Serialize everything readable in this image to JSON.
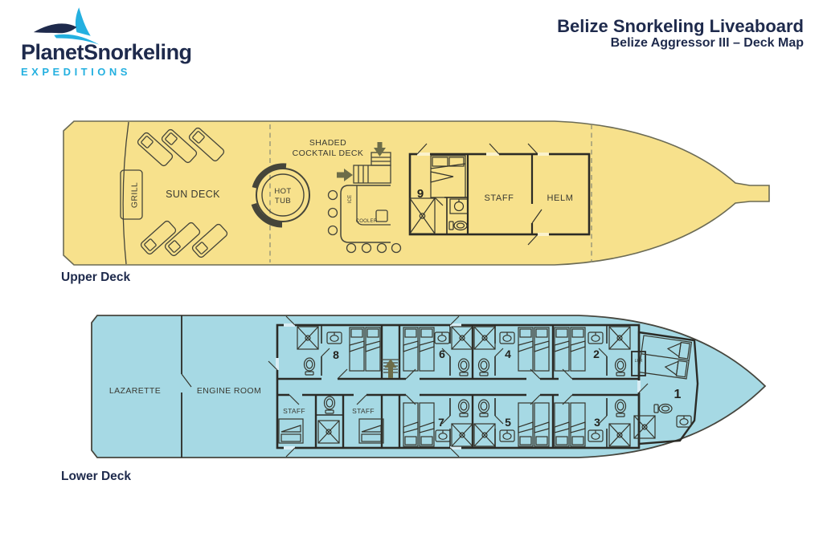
{
  "header": {
    "logo": {
      "brand": "PlanetSnorkeling",
      "tagline": "EXPEDITIONS"
    },
    "title": "Belize Snorkeling Liveaboard",
    "subtitle": "Belize Aggressor III – Deck Map"
  },
  "upper_deck": {
    "caption": "Upper Deck",
    "labels": {
      "grill": "GRILL",
      "sun_deck": "SUN DECK",
      "hot_tub_1": "HOT",
      "hot_tub_2": "TUB",
      "cocktail_1": "SHADED",
      "cocktail_2": "COCKTAIL DECK",
      "ice": "ICE",
      "cooler": "COOLER",
      "cabin_9": "9",
      "staff": "STAFF",
      "helm": "HELM"
    }
  },
  "lower_deck": {
    "caption": "Lower Deck",
    "labels": {
      "lazarette": "LAZARETTE",
      "engine_room": "ENGINE ROOM",
      "staff_port": "STAFF",
      "staff_stbd": "STAFF",
      "locker": "LKR",
      "cabin_1": "1",
      "cabin_2": "2",
      "cabin_3": "3",
      "cabin_4": "4",
      "cabin_5": "5",
      "cabin_6": "6",
      "cabin_7": "7",
      "cabin_8": "8"
    }
  },
  "colors": {
    "navy": "#1e2a4c",
    "cyan": "#24b0e0",
    "upper_hull": "#f7e18c",
    "upper_cabin": "#fbf2cc",
    "lower_hull": "#a6d9e4",
    "lower_cabin": "#d8edf4",
    "wall": "#2b2b26",
    "arrow": "#6d6d49"
  }
}
